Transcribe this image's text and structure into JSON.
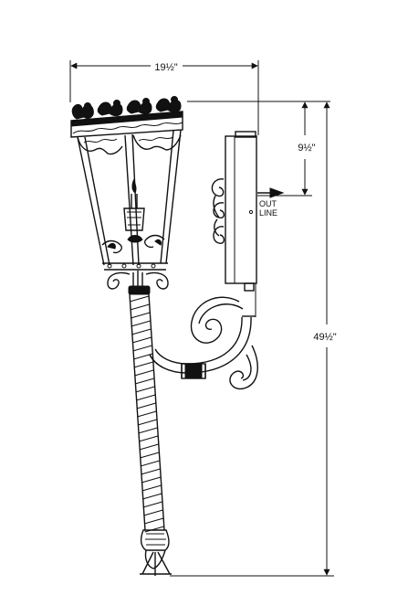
{
  "dimensions": {
    "width_label": "19½\"",
    "depth_label": "9½\"",
    "height_label": "49½\""
  },
  "annotations": {
    "out_label": "OUT",
    "line_label": "LINE"
  }
}
